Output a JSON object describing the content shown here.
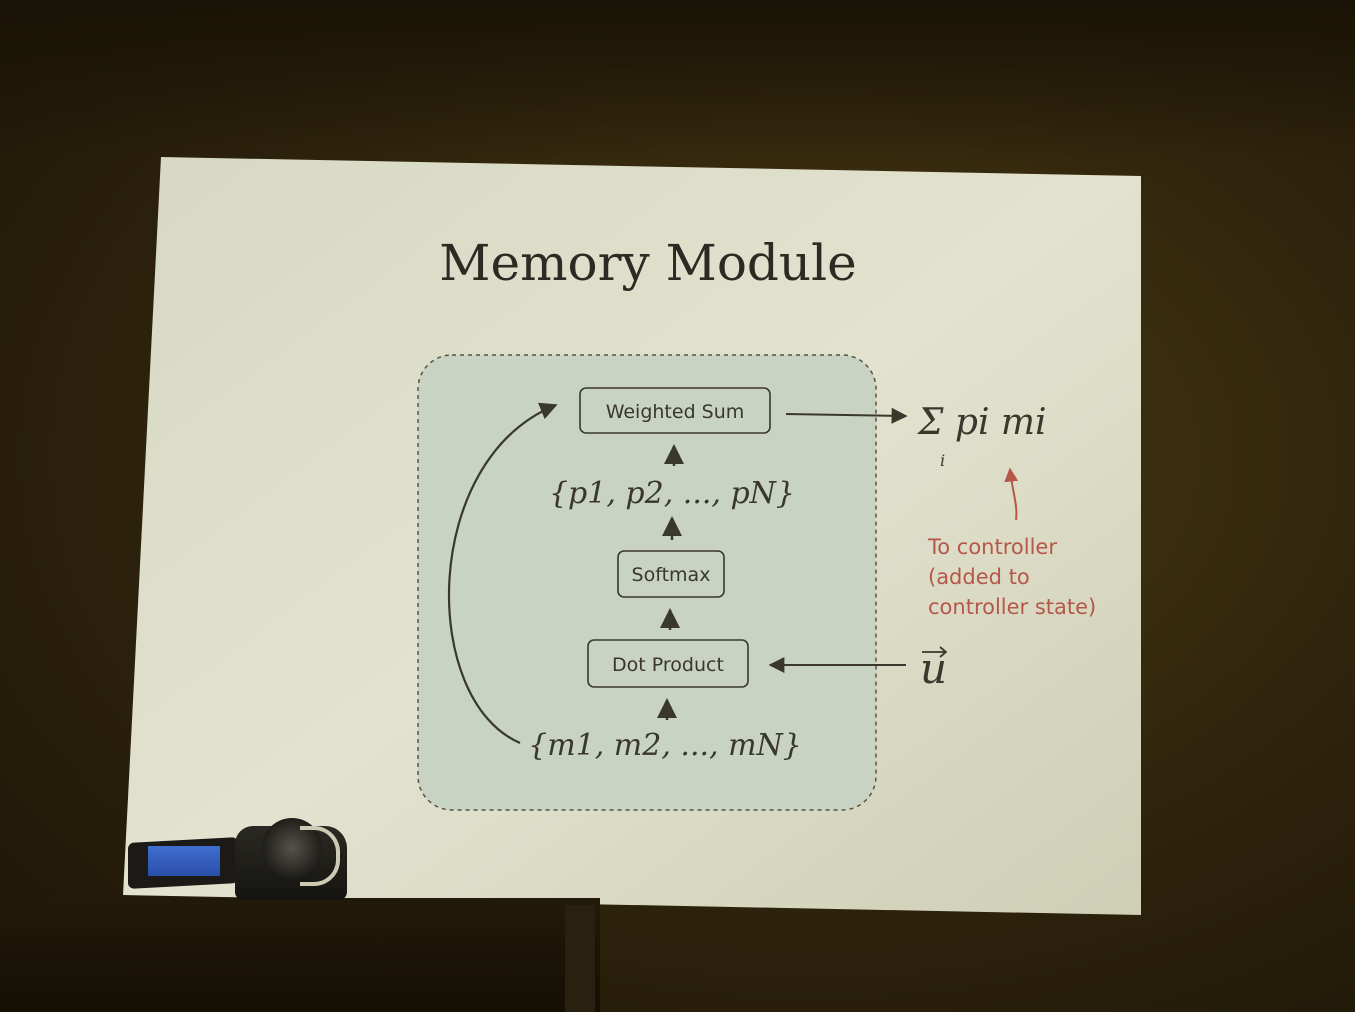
{
  "slide": {
    "title": "Memory Module",
    "boxes": {
      "weighted_sum": "Weighted Sum",
      "softmax": "Softmax",
      "dot_product": "Dot Product"
    },
    "probabilities_set": "{p1, p2, ..., pN}",
    "memories_set": "{m1, m2, ..., mN}",
    "output_expression": "Σ pi mi",
    "sum_index": "i",
    "query_vector": "u",
    "annotation": {
      "line1": "To controller",
      "line2": "(added to",
      "line3": "controller state)"
    }
  },
  "colors": {
    "slide_background": "#d9d9c2",
    "module_fill": "#c9d3c4",
    "text": "#3a372c",
    "annotation": "#b5584a"
  }
}
